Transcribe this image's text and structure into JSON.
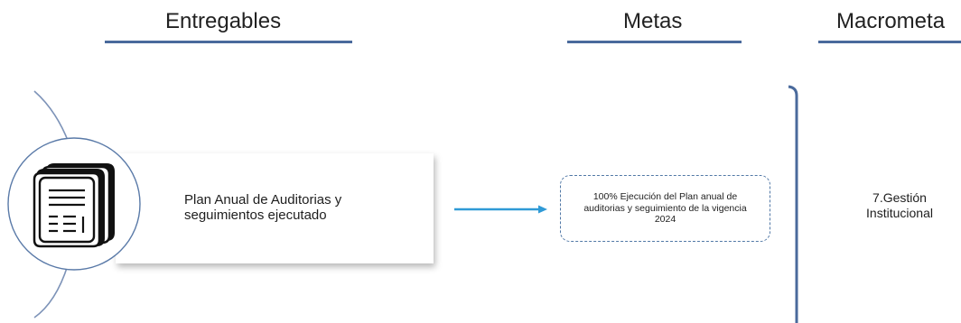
{
  "headers": {
    "entregables": "Entregables",
    "metas": "Metas",
    "macrometa": "Macrometa"
  },
  "deliverable": {
    "line1": "Plan Anual de Auditorias y",
    "line2": "seguimientos ejecutado",
    "icon": "documents-icon"
  },
  "goal": {
    "text": "100% Ejecución del Plan anual de auditorias y seguimiento de la vigencia 2024"
  },
  "macrometa": {
    "line1": "7.Gestión",
    "line2": "Institucional"
  },
  "colors": {
    "rule": "#4a6a9c",
    "arrow": "#2f9ad6",
    "dashed_border": "#5178a6",
    "bracket": "#4a6a9c",
    "arc": "#7d93b8"
  }
}
